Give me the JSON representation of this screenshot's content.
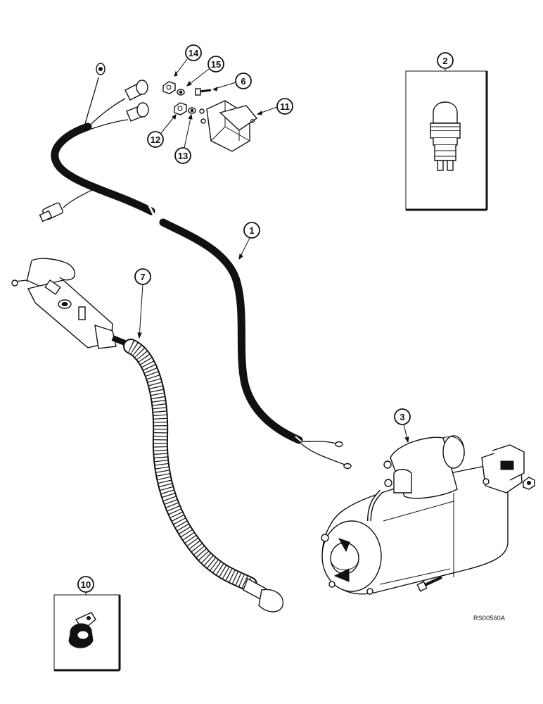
{
  "drawing_ref": "RS00560A",
  "callouts": {
    "c1": "1",
    "c2": "2",
    "c3": "3",
    "c6": "6",
    "c7": "7",
    "c10": "10",
    "c11": "11",
    "c12": "12",
    "c13": "13",
    "c14": "14",
    "c15": "15"
  }
}
